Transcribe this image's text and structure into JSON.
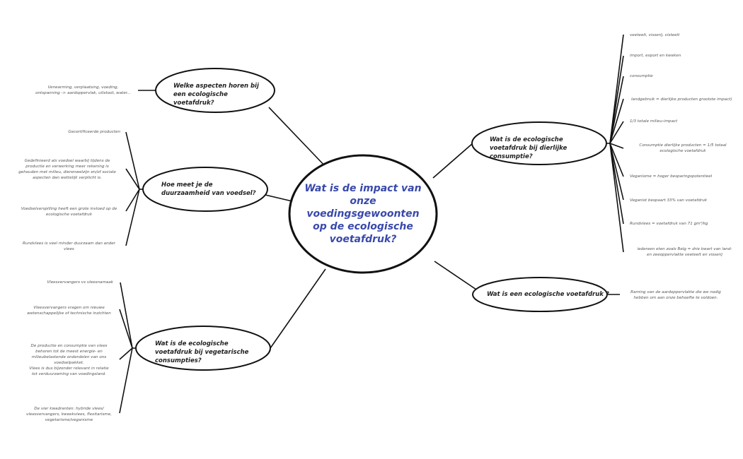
{
  "central": {
    "label": "Wat is de impact van onze voedingsgewoonten op de ecologische voetafdruk?",
    "lines": [
      "Wat is de impact van",
      "onze",
      "voedingsgewoonten",
      "op de ecologische",
      "voetafdruk?"
    ],
    "color": "#3949ab"
  },
  "branches": {
    "aspecten": {
      "label": "Welke aspecten horen bij een ecologische voetafdruk?",
      "leaves": [
        "Verwarming, verplaatsing, voeding,\nontspanning -> aardoppervlak, uitstoot, water..."
      ]
    },
    "duurzaamheid": {
      "label": "Hoe meet je de duurzaamheid van voedsel?",
      "leaves": [
        "Gecertificeerde producten",
        "Gedefinieerd als voedsel waarbij tijdens de\nproductie en verwerking meer rekening is\ngehouden met milieu, dierenwelzijn en/of sociale\naspecten dan wettelijk verplicht is.",
        "Voedselverspilling heeft een grote invloed op de\necologische voetafdruk",
        "Rundvlees is veel minder duurzaam dan ander\nvlees"
      ]
    },
    "vegetarisch": {
      "label": "Wat is de ecologische voetafdruk bij vegetarische consumpties?",
      "leaves": [
        "Vleesvervangers vs vleesnamaak",
        "Vleesvervangers vragen om nieuwe\nwetenschappelijke of technische inzichten",
        "De productie en consumptie van vlees\nbehoren tot de meest energie- en\nmilieubelastende onderdelen van ons\nvoedselpakket.\nVlees is dus bijzonder relevant in relatie\ntot verduurzaming van voedingsland.",
        "De vier kwadranten: hybride vlees/\nvleesvervangers, kweekvlees, flexitarisme,\nvegetarisme/veganisme"
      ]
    },
    "dierlijk": {
      "label": "Wat is de ecologische voetafdruk bij dierlijke consumptie?",
      "leaves": [
        "veeteelt, visserij, visteelt",
        "import, export en kweken",
        "consumptie",
        "landgebruik = dierlijke producten grootste impact)",
        "1/3 totale milieu-impact",
        "Consumptie dierlijke producten = 1/5 totaal\necologische voetafdruk",
        "Veganisme = hoger besparingspotentieel",
        "Veganist bespaart 33% van voetafdruk",
        "Rundvlees = voetafdruk van 71 gm²/kg",
        "iedereen eten zoals Belg = drie kwart van land-\nen zeeoppervlakte veeteelt en visserij"
      ]
    },
    "definitie": {
      "label": "Wat is een ecologische voetafdruk ?",
      "leaves": [
        "Raming van de aardoppervlakte die we nodig\nhebben om aan onze behoefte te voldoen."
      ]
    }
  }
}
